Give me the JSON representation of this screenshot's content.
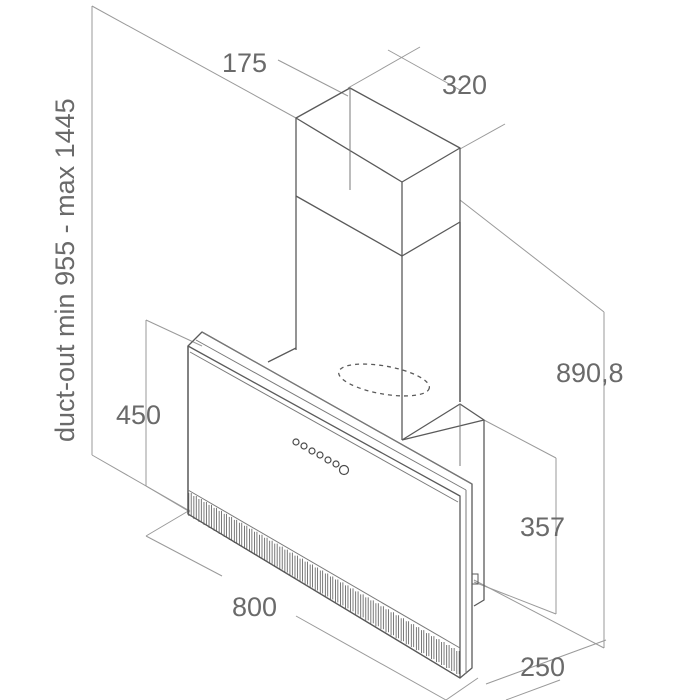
{
  "labels": {
    "vertical_note": "duct-out min 955 - max 1445",
    "dim_top_depth": "175",
    "dim_top_width": "320",
    "dim_height_total": "890,8",
    "dim_panel_height": "450",
    "dim_lower_height": "357",
    "dim_width": "800",
    "dim_depth": "250"
  },
  "colors": {
    "line": "#5a5a5a",
    "dimension": "#9a9a9a",
    "text": "#6a6a6a"
  }
}
